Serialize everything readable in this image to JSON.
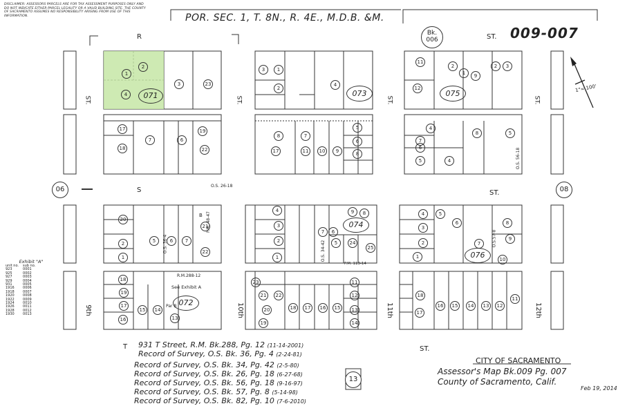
{
  "disclaimer": "DISCLAIMER: ASSESSORS PARCELS ARE FOR TAX ASSESSMENT PURPOSES ONLY AND DO NOT INDICATE EITHER PARCEL LEGALITY OR A VALID BUILDING SITE. THE COUNTY OF SACRAMENTO ASSUMES NO RESPONSIBILITY ARISING FROM USE OF THIS INFORMATION.",
  "header": {
    "title": "POR. SEC. 1, T. 8N., R. 4E., M.D.B. &M.",
    "map_number": "009-007",
    "book_label": "Bk.",
    "book_value": "006"
  },
  "streets": {
    "R": "R",
    "S": "S",
    "T": "T",
    "st": "ST.",
    "9th": "9th",
    "10th": "10th",
    "11th": "11th",
    "12th": "12th"
  },
  "adjacent_pages": [
    "06",
    "08",
    "13"
  ],
  "north_arrow": {
    "scale": "1\"= 100'"
  },
  "blocks": [
    "071",
    "073",
    "075",
    "072",
    "074",
    "076"
  ],
  "survey_refs": {
    "os_26_18": "O.S. 26-18",
    "os_36_4": "O.S. 36-4",
    "os_34_42": "O.S. 34-42",
    "os_56_18": "O.S. 56-18",
    "os_57_8": "O.S.57-8",
    "pm_48_47": "P.M. 48-47",
    "pm_113_14": "P.M. 113-14",
    "rm_288_12": "R.M.288-12",
    "see_exhibit": "See Exhibit A",
    "par_b": "Par B",
    "pcl_b": "B"
  },
  "exhibit": {
    "title": "Exhibit \"A\"",
    "col_unit": "unit no.",
    "col_sub": "sub no.",
    "rows": [
      [
        "923",
        "0001"
      ],
      [
        "925",
        "0002"
      ],
      [
        "927",
        "0003"
      ],
      [
        "929",
        "0004"
      ],
      [
        "931",
        "0005"
      ],
      [
        "1916",
        "0006"
      ],
      [
        "1918",
        "0007"
      ],
      [
        "1920",
        "0008"
      ],
      [
        "1922",
        "0009"
      ],
      [
        "1924",
        "0010"
      ],
      [
        "1926",
        "0011"
      ],
      [
        "1928",
        "0012"
      ],
      [
        "1930",
        "0013"
      ]
    ]
  },
  "records": [
    {
      "text": "931 T Street, R.M. Bk.288, Pg. 12",
      "date": "(11-14-2001)"
    },
    {
      "text": "Record of Survey, O.S. Bk. 36, Pg. 4",
      "date": "(2-24-81)"
    },
    {
      "text": "Record of Survey, O.S. Bk. 34, Pg. 42",
      "date": "(2-5-80)"
    },
    {
      "text": "Record of Survey, O.S. Bk. 26, Pg. 18",
      "date": "(6-27-68)"
    },
    {
      "text": "Record of Survey, O.S. Bk. 56, Pg. 18",
      "date": "(9-16-97)"
    },
    {
      "text": "Record of Survey, O.S. Bk. 57, Pg. 8",
      "date": "(5-14-98)"
    },
    {
      "text": "Record of Survey, O.S. Bk. 82, Pg. 10",
      "date": "(7-6-2010)"
    }
  ],
  "footer": {
    "city": "CITY OF SACRAMENTO",
    "assessor_map": "Assessor's Map Bk.009 Pg. 007",
    "county": "County of Sacramento, Calif.",
    "date": "Feb 19, 2014"
  },
  "parcels": {
    "b071": [
      "1",
      "2",
      "3",
      "23",
      "4",
      "17",
      "18",
      "7",
      "6",
      "19",
      "22"
    ],
    "b073": [
      "1",
      "3",
      "2",
      "4",
      "17",
      "11",
      "10",
      "9",
      "5",
      "6",
      "8",
      "7",
      "8"
    ],
    "b075": [
      "11",
      "12",
      "2",
      "9",
      "3",
      "4",
      "7",
      "6",
      "8",
      "5",
      "4",
      "2",
      "5",
      "1"
    ],
    "b072": [
      "20",
      "2",
      "1",
      "5",
      "6",
      "7",
      "21",
      "22",
      "18",
      "19",
      "17",
      "16",
      "15",
      "14",
      "13"
    ],
    "b074": [
      "4",
      "3",
      "2",
      "1",
      "7",
      "6",
      "5",
      "8",
      "9",
      "24",
      "25",
      "23",
      "22",
      "21",
      "20",
      "19",
      "18",
      "17",
      "16",
      "15",
      "11",
      "12",
      "13",
      "14"
    ],
    "b076": [
      "4",
      "3",
      "2",
      "5",
      "6",
      "7",
      "8",
      "9",
      "10",
      "1",
      "18",
      "17",
      "16",
      "15",
      "14",
      "13",
      "12",
      "11"
    ]
  },
  "colors": {
    "highlight": "#c6e6a6",
    "line": "#333333"
  }
}
